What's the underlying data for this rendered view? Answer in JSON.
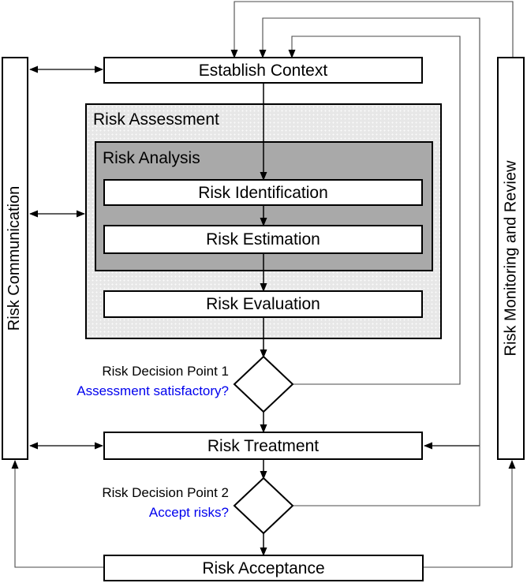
{
  "diagram": {
    "boxes": {
      "establish_context": "Establish Context",
      "risk_identification": "Risk Identification",
      "risk_estimation": "Risk Estimation",
      "risk_evaluation": "Risk Evaluation",
      "risk_treatment": "Risk Treatment",
      "risk_acceptance": "Risk Acceptance"
    },
    "containers": {
      "risk_assessment": "Risk Assessment",
      "risk_analysis": "Risk Analysis"
    },
    "sidebars": {
      "left": "Risk Communication",
      "right": "Risk Monitoring and Review"
    },
    "decisions": [
      {
        "label": "Risk Decision Point 1",
        "question": "Assessment satisfactory?"
      },
      {
        "label": "Risk Decision Point 2",
        "question": "Accept risks?"
      }
    ],
    "colors": {
      "box_fill": "#ffffff",
      "box_border": "#000000",
      "assessment_fill": "#e7e7e7",
      "analysis_fill": "#a9a9a9",
      "connector": "#000000",
      "feedback_connector": "#4a4a4a",
      "decision_label": "#000000",
      "decision_question": "#0000ee"
    }
  }
}
